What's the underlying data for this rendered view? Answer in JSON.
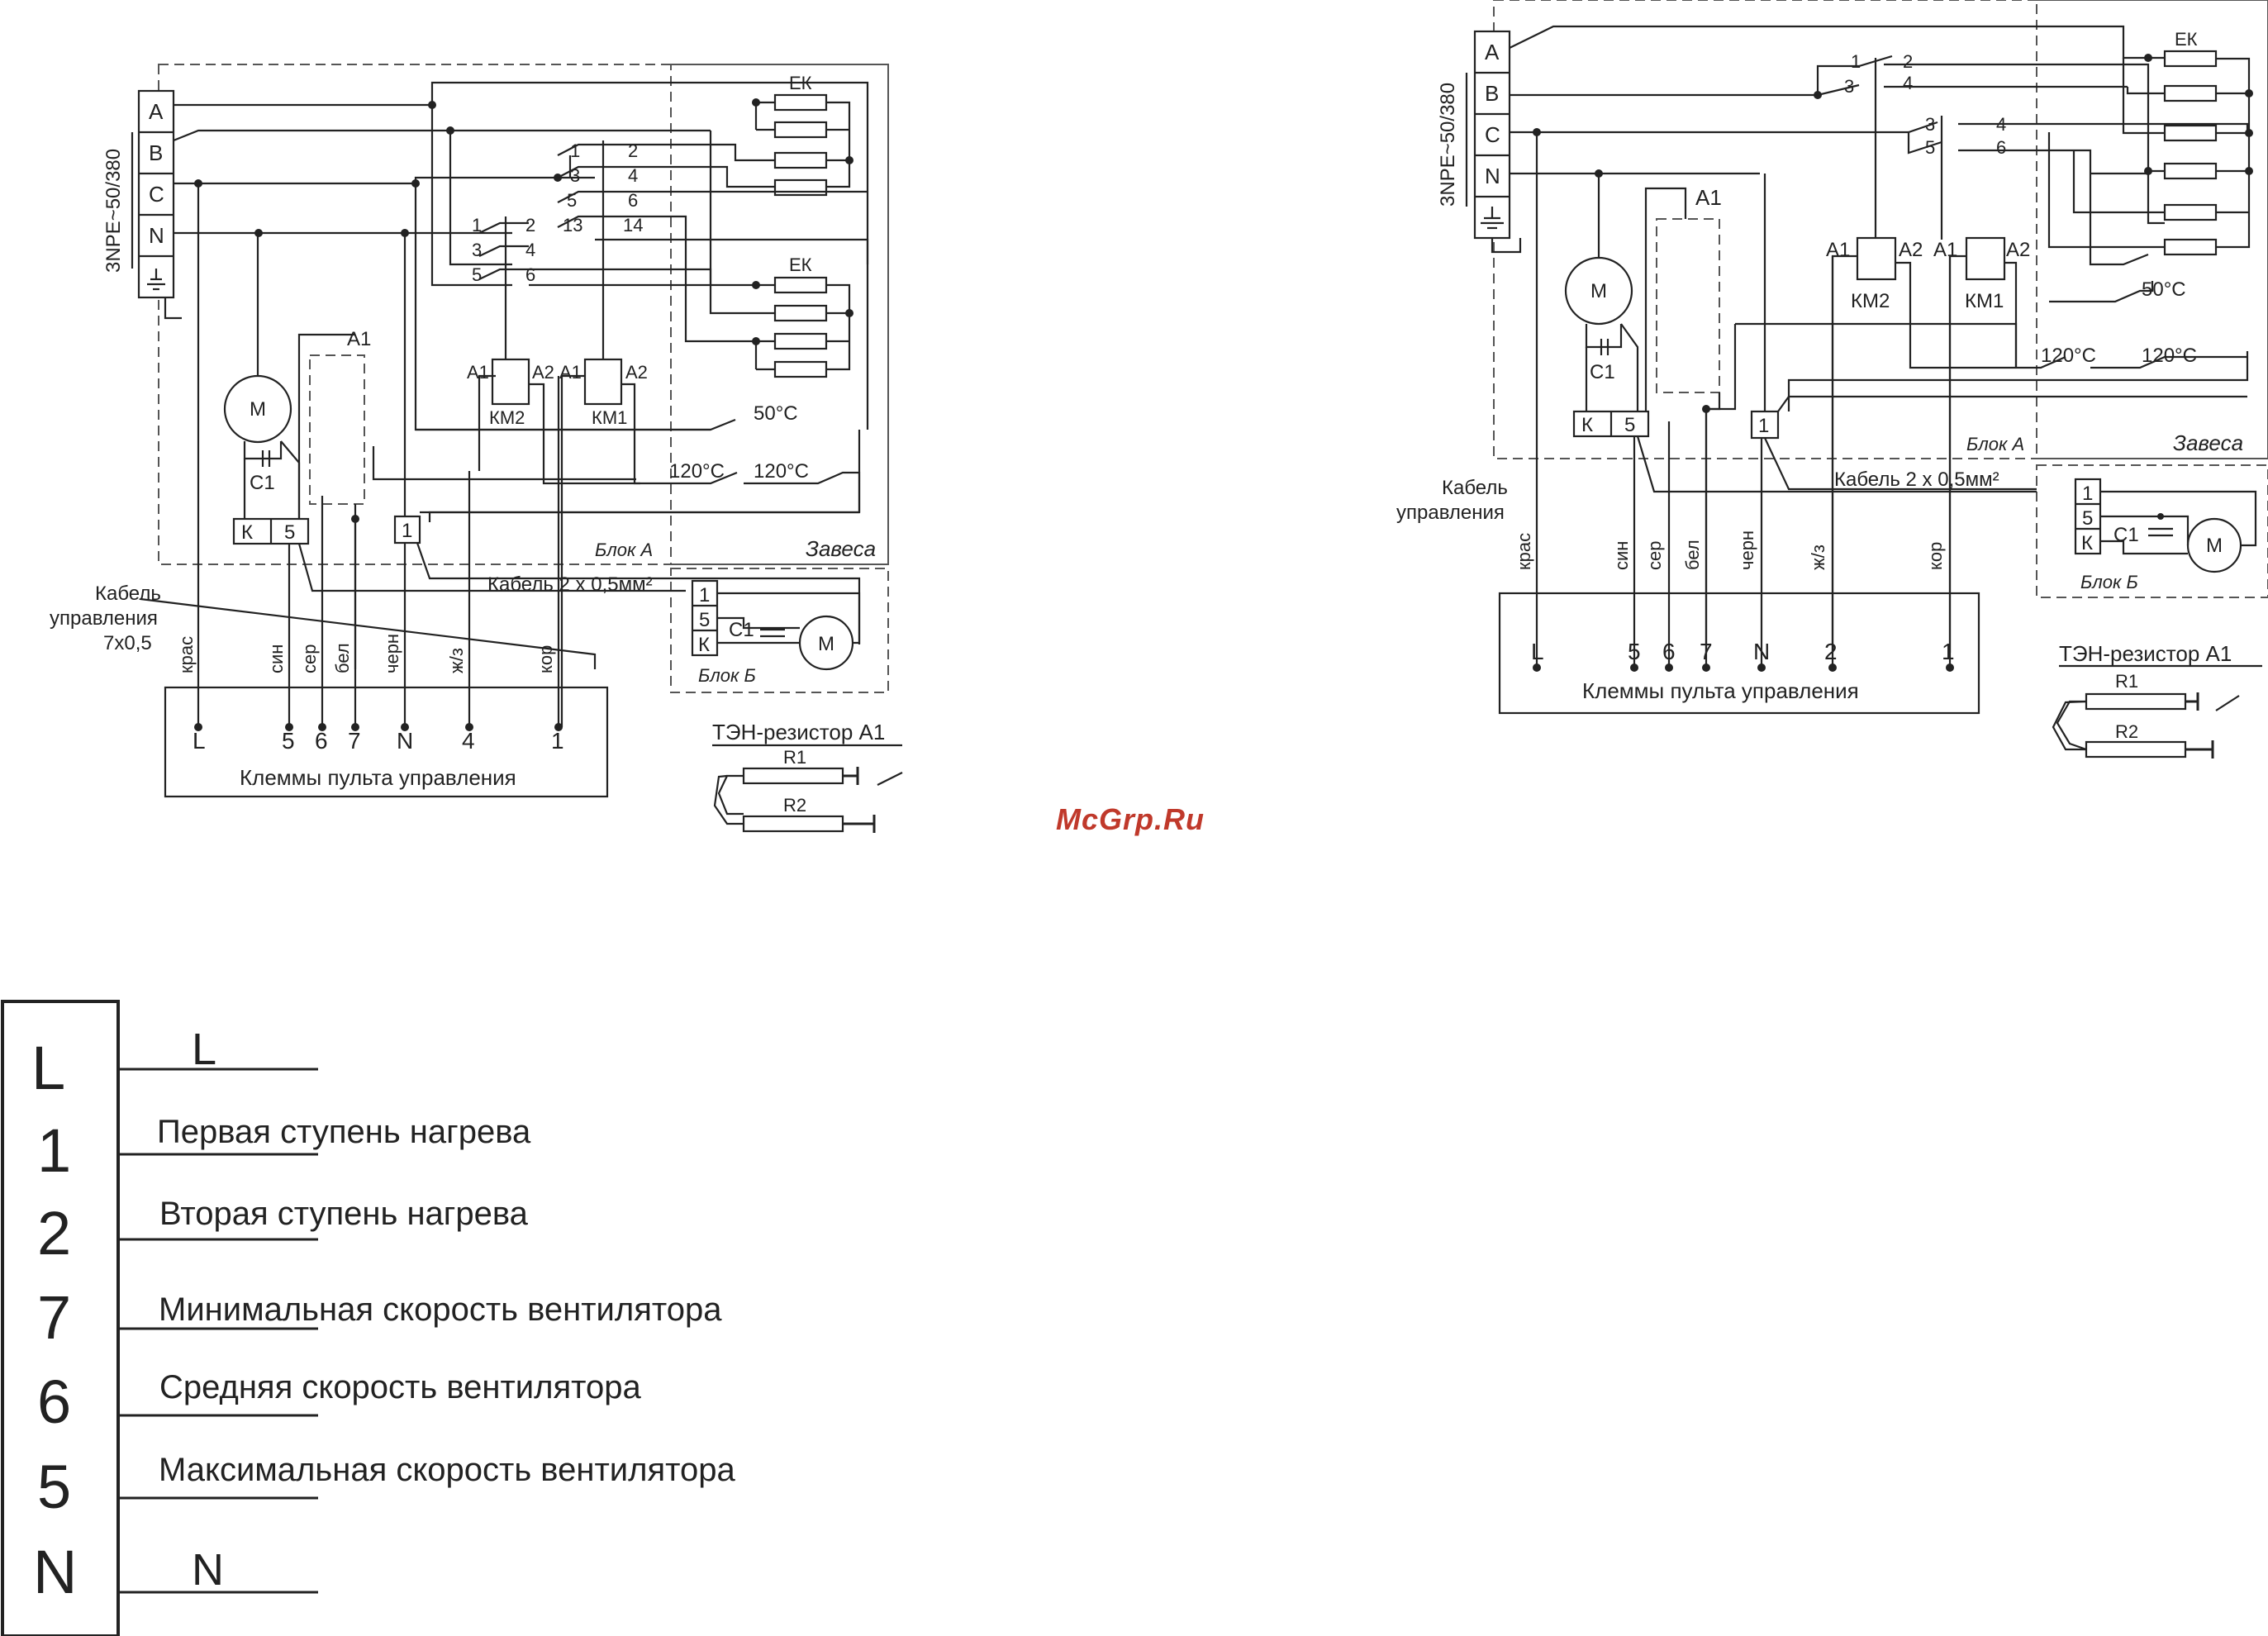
{
  "watermark": "McGrp.Ru",
  "left_diagram": {
    "supply_label": "3NPE~50/380",
    "phases": [
      "A",
      "B",
      "C",
      "N"
    ],
    "heater_label_top": "ЕК",
    "heater_label_bottom": "ЕК",
    "contacts_left": [
      "1",
      "3",
      "5",
      "13",
      "1",
      "3",
      "5"
    ],
    "contacts_right": [
      "2",
      "4",
      "6",
      "14",
      "2",
      "4",
      "6"
    ],
    "contactor_km2": {
      "name": "КМ2",
      "a1": "А1",
      "a2": "А2"
    },
    "contactor_km1": {
      "name": "КМ1",
      "a1": "А1",
      "a2": "А2"
    },
    "thermostat_50": "50°С",
    "thermostat_120a": "120°С",
    "thermostat_120b": "120°С",
    "motor": "М",
    "capacitor": "С1",
    "resistor_block": "А1",
    "terminal_k": "К",
    "terminal_5": "5",
    "terminal_1": "1",
    "block_a": "Блок А",
    "curtain": "Завеса",
    "cable_main": "Кабель 2 х 0,5мм²",
    "cable_control_1": "Кабель",
    "cable_control_2": "управления",
    "cable_control_3": "7х0,5",
    "block_b": "Блок Б",
    "block_b_terms": [
      "1",
      "5",
      "К"
    ],
    "wire_colors": [
      "крас",
      "син",
      "сер",
      "бел",
      "черн",
      "ж/з",
      "кор"
    ],
    "terminals": [
      "L",
      "5",
      "6",
      "7",
      "N",
      "4",
      "1"
    ],
    "terminals_caption": "Клеммы пульта управления",
    "ten_title": "ТЭН-резистор А1",
    "r1": "R1",
    "r2": "R2"
  },
  "right_diagram": {
    "supply_label": "3NPE~50/380",
    "phases": [
      "A",
      "B",
      "C",
      "N"
    ],
    "heater_label": "ЕК",
    "contacts_left": [
      "1",
      "3",
      "3",
      "5"
    ],
    "contacts_right": [
      "2",
      "4",
      "4",
      "6"
    ],
    "contactor_km2": {
      "name": "КМ2",
      "a1": "А1",
      "a2": "А2"
    },
    "contactor_km1": {
      "name": "КМ1",
      "a1": "А1",
      "a2": "А2"
    },
    "thermostat_50": "50°С",
    "thermostat_120a": "120°С",
    "thermostat_120b": "120°С",
    "motor": "М",
    "capacitor": "С1",
    "resistor_block": "А1",
    "terminal_k": "К",
    "terminal_5": "5",
    "terminal_1": "1",
    "block_a": "Блок А",
    "curtain": "Завеса",
    "cable_main": "Кабель 2 х 0,5мм²",
    "cable_control_1": "Кабель",
    "cable_control_2": "управления",
    "block_b": "Блок Б",
    "block_b_terms": [
      "1",
      "5",
      "К"
    ],
    "wire_colors": [
      "крас",
      "син",
      "сер",
      "бел",
      "черн",
      "ж/з",
      "кор"
    ],
    "terminals": [
      "L",
      "5",
      "6",
      "7",
      "N",
      "2",
      "1"
    ],
    "terminals_caption": "Клеммы пульта управления",
    "ten_title": "ТЭН-резистор А1",
    "r1": "R1",
    "r2": "R2"
  },
  "legend": {
    "symbols": [
      "L",
      "1",
      "2",
      "7",
      "6",
      "5",
      "N"
    ],
    "descriptions": [
      "L",
      "Первая ступень нагрева",
      "Вторая ступень нагрева",
      "Минимальная скорость вентилятора",
      "Средняя скорость вентилятора",
      "Максимальная скорость вентилятора",
      "N"
    ]
  }
}
